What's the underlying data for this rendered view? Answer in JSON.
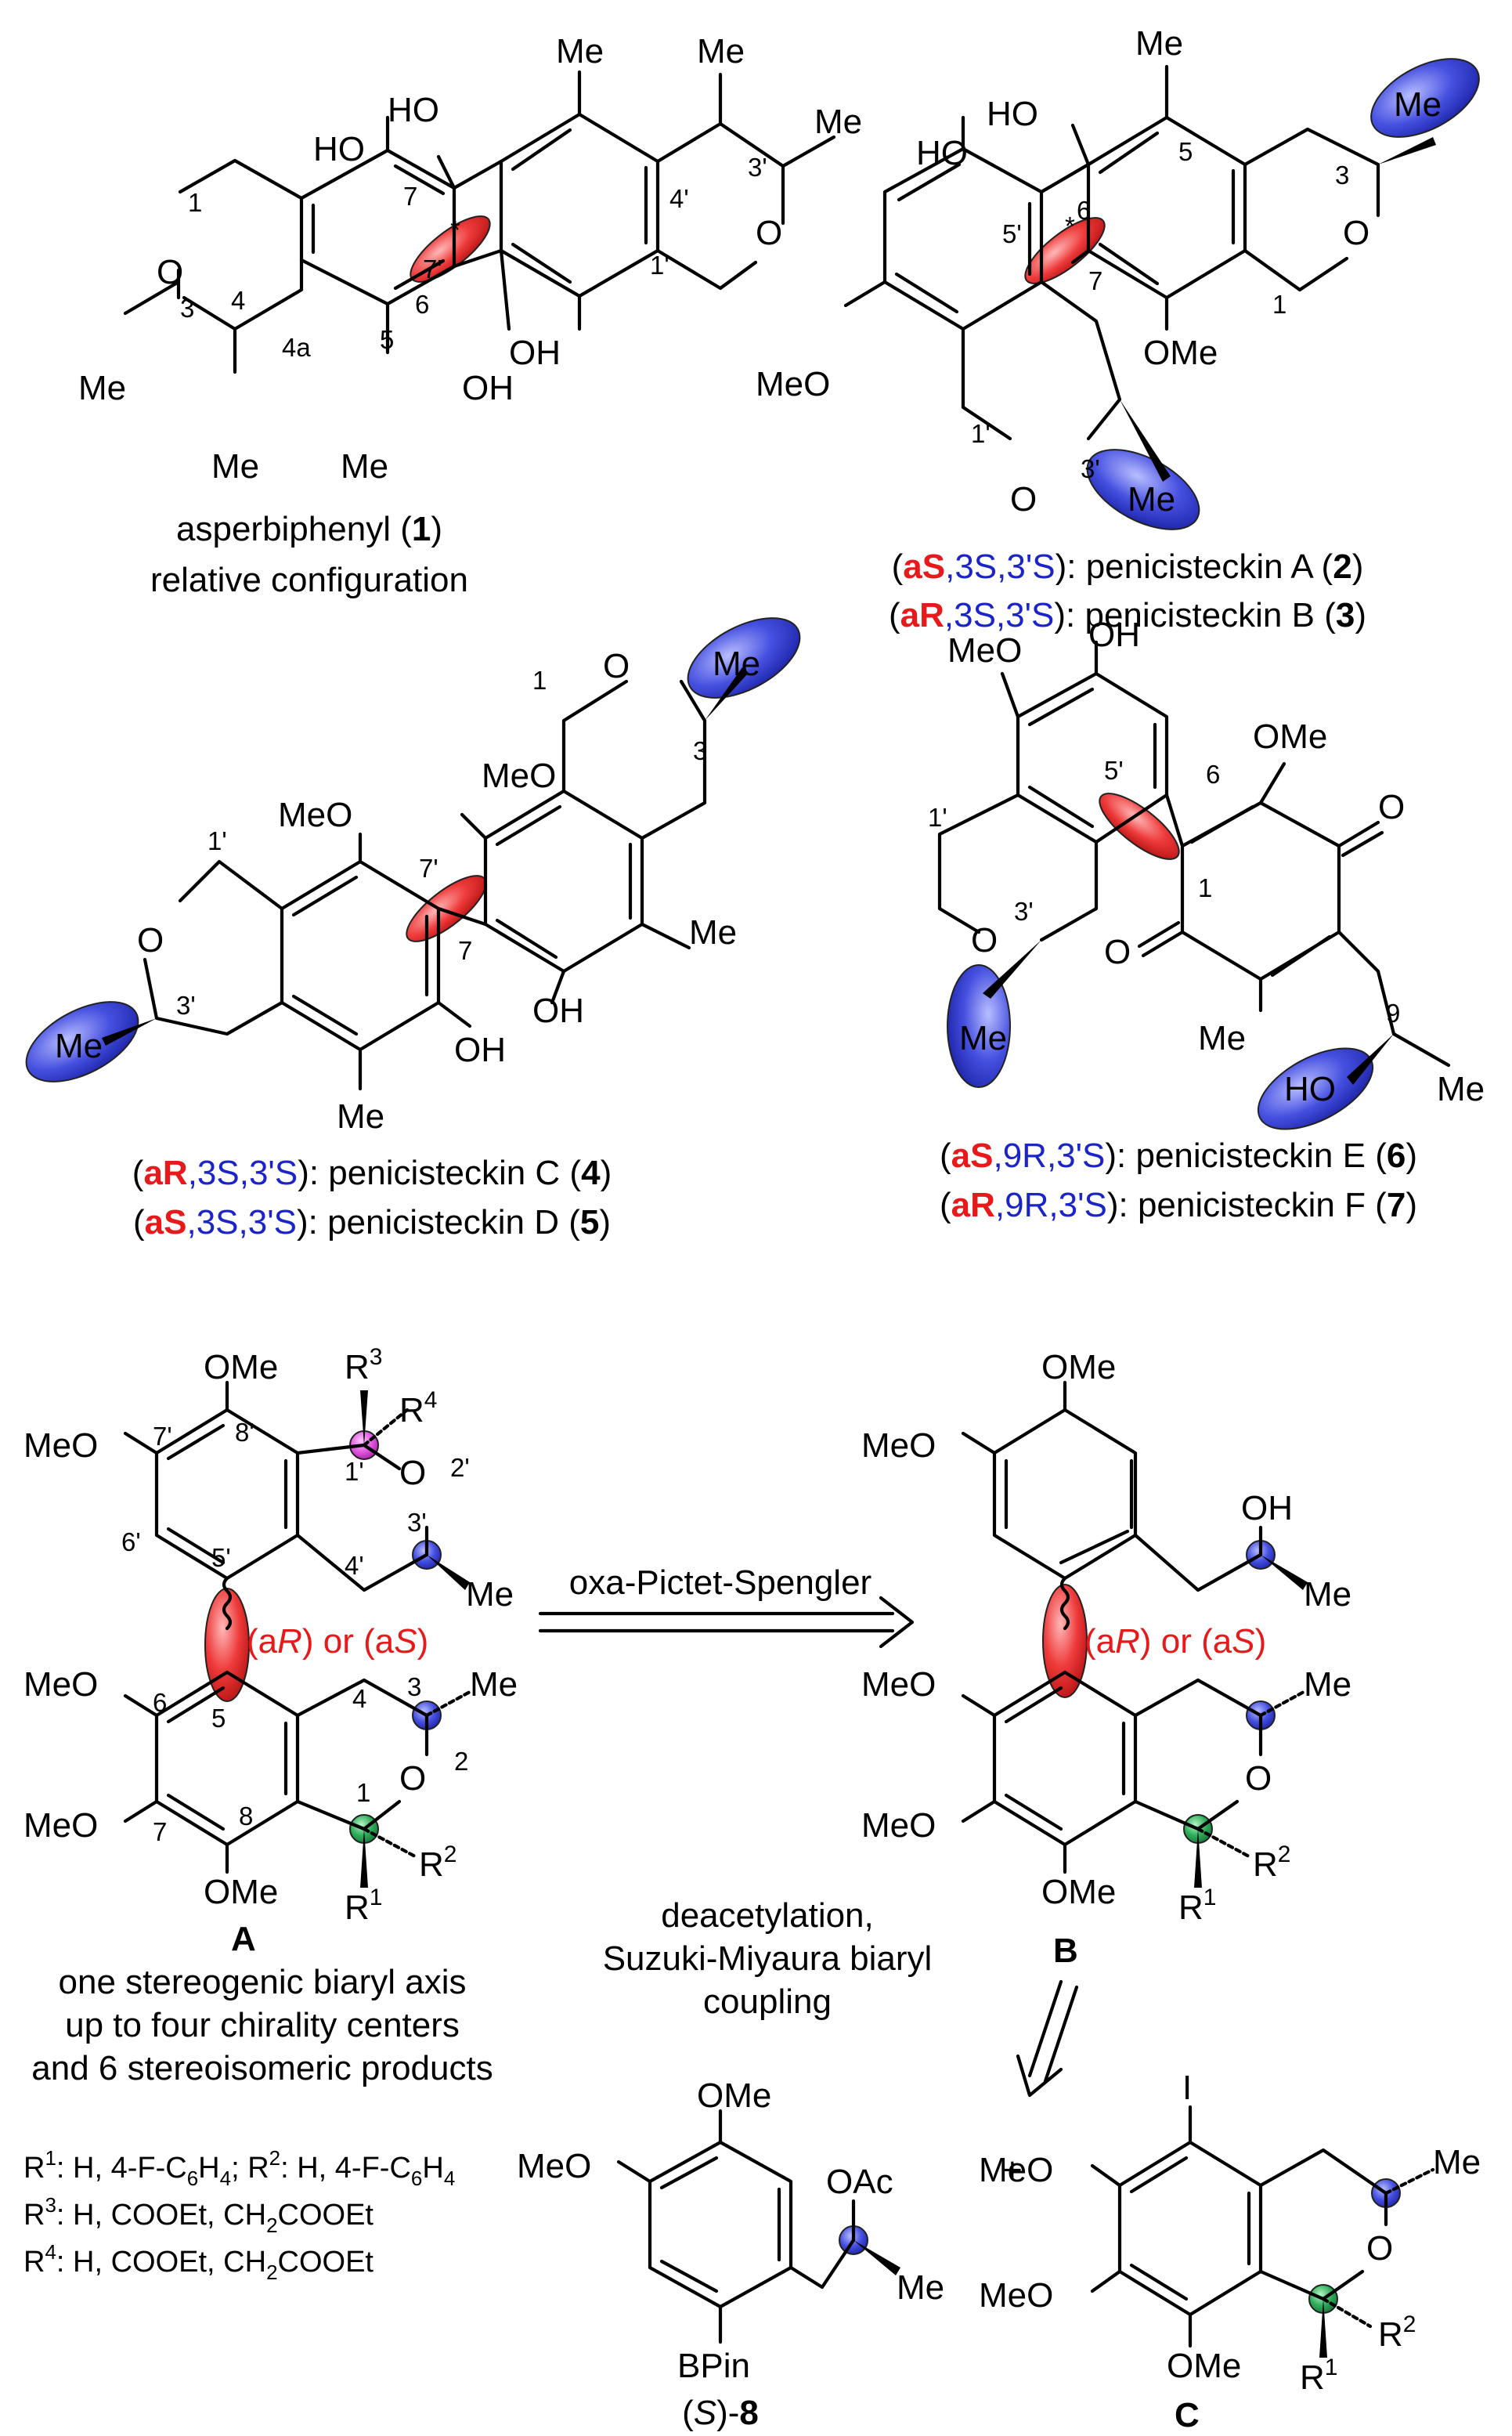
{
  "compound1": {
    "name": "asperbiphenyl",
    "num": "1",
    "note": "relative configuration",
    "atoms": {
      "me_top": "Me",
      "me_4p": "Me",
      "me_3p": "Me",
      "ho_top": "HO",
      "ho_left": "HO",
      "o_ring_left": "O",
      "o_ring_right": "O",
      "me_3": "Me",
      "me_4": "Me",
      "me_5": "Me",
      "oh_7p": "OH",
      "oh_6": "OH"
    },
    "labels": {
      "n1": "1",
      "n3": "3",
      "n4": "4",
      "n4a": "4a",
      "n5": "5",
      "n6": "6",
      "n7": "7",
      "n7p": "7'",
      "n4p": "4'",
      "n3p": "3'",
      "n1p": "1'",
      "star": "*"
    }
  },
  "compound2": {
    "atoms": {
      "me5": "Me",
      "ho6": "HO",
      "ho": "HO",
      "me3": "Me",
      "o_ring": "O",
      "ome": "OMe",
      "meo": "MeO",
      "o_ring2": "O",
      "me3p": "Me"
    },
    "labels": {
      "n6": "6",
      "n5": "5",
      "n3": "3",
      "n5p": "5'",
      "n7": "7",
      "n1": "1",
      "n1p": "1'",
      "n3p": "3'",
      "star": "*"
    },
    "configs": [
      {
        "open": "(",
        "ax": "aS",
        "c1": ",3S,3'S",
        "tail": "): penicisteckin A (",
        "num": "2",
        "close": ")"
      },
      {
        "open": "(",
        "ax": "aR",
        "c1": ",3S,3'S",
        "tail": "): penicisteckin B (",
        "num": "3",
        "close": ")"
      }
    ]
  },
  "compound4": {
    "atoms": {
      "o_top": "O",
      "me3": "Me",
      "meo_a": "MeO",
      "meo_b": "MeO",
      "o_left": "O",
      "me3p": "Me",
      "me_r": "Me",
      "oh_a": "OH",
      "oh_b": "OH",
      "me_b": "Me"
    },
    "labels": {
      "n1": "1",
      "n3": "3",
      "n1p": "1'",
      "n7p": "7'",
      "n7": "7",
      "n3p": "3'"
    },
    "configs": [
      {
        "open": "(",
        "ax": "aR",
        "c1": ",3S,3'S",
        "tail": "): penicisteckin C (",
        "num": "4",
        "close": ")"
      },
      {
        "open": "(",
        "ax": "aS",
        "c1": ",3S,3'S",
        "tail": "): penicisteckin D (",
        "num": "5",
        "close": ")"
      }
    ]
  },
  "compound6": {
    "atoms": {
      "meo": "MeO",
      "oh": "OH",
      "ome": "OMe",
      "o_right": "O",
      "o_ring": "O",
      "o_left": "O",
      "me3p": "Me",
      "me": "Me",
      "ho9": "HO",
      "me9": "Me"
    },
    "labels": {
      "n1p": "1'",
      "n5p": "5'",
      "n6": "6",
      "n3p": "3'",
      "n1": "1",
      "n9": "9"
    },
    "configs": [
      {
        "open": "(",
        "ax": "aS",
        "c1": ",9R,3'S",
        "tail": "): penicisteckin E (",
        "num": "6",
        "close": ")"
      },
      {
        "open": "(",
        "ax": "aR",
        "c1": ",9R,3'S",
        "tail": "): penicisteckin F (",
        "num": "7",
        "close": ")"
      }
    ]
  },
  "compoundA": {
    "atoms": {
      "ome_top": "OMe",
      "r3": "R",
      "r3s": "3",
      "r4": "R",
      "r4s": "4",
      "meo_7p": "MeO",
      "o_2p": "O",
      "me_3p": "Me",
      "meo_6": "MeO",
      "me_3": "Me",
      "o_2": "O",
      "meo_7": "MeO",
      "r2": "R",
      "r2s": "2",
      "ome_8": "OMe",
      "r1": "R",
      "r1s": "1"
    },
    "labels": {
      "n8p": "8'",
      "n7p": "7'",
      "n1p": "1'",
      "n2p": "2'",
      "n3p": "3'",
      "n6p": "6'",
      "n5p": "5'",
      "n4p": "4'",
      "n6": "6",
      "n5": "5",
      "n4": "4",
      "n3": "3",
      "n2": "2",
      "n7": "7",
      "n1": "1",
      "n8": "8"
    },
    "axis_label": {
      "p1": "(a",
      "r": "R",
      "p2": ") or (a",
      "s": "S",
      "p3": ")"
    },
    "letter": "A",
    "desc": [
      "one stereogenic biaryl axis",
      "up to four chirality centers",
      "and 6 stereoisomeric products"
    ]
  },
  "compoundB": {
    "atoms": {
      "ome_top": "OMe",
      "meo": "MeO",
      "oh": "OH",
      "me_top": "Me",
      "meo_a": "MeO",
      "me": "Me",
      "o": "O",
      "meo_b": "MeO",
      "r2": "R",
      "r2s": "2",
      "ome": "OMe",
      "r1": "R",
      "r1s": "1"
    },
    "axis_label": {
      "p1": "(a",
      "r": "R",
      "p2": ") or (a",
      "s": "S",
      "p3": ")"
    },
    "letter": "B"
  },
  "arrows": {
    "oxa": "oxa-Pictet-Spengler",
    "step2": [
      "deacetylation,",
      "Suzuki-Miyaura biaryl",
      "coupling"
    ]
  },
  "compound8": {
    "atoms": {
      "ome": "OMe",
      "meo": "MeO",
      "oac": "OAc",
      "me": "Me",
      "bpin": "BPin"
    },
    "label": {
      "open": "(",
      "s": "S",
      "close": ")-",
      "num": "8"
    }
  },
  "plus": "+",
  "compoundC": {
    "atoms": {
      "i": "I",
      "meo_a": "MeO",
      "me": "Me",
      "o": "O",
      "meo_b": "MeO",
      "r2": "R",
      "r2s": "2",
      "ome": "OMe",
      "r1": "R",
      "r1s": "1"
    },
    "letter": "C"
  },
  "rgroups": [
    {
      "r": "R",
      "rs": "1",
      "a": ": H, 4-F-C",
      "as": "6",
      "b": "H",
      "bs": "4",
      "c": "; R",
      "cs": "2",
      "d": ": H, 4-F-C",
      "ds": "6",
      "e": "H",
      "es": "4"
    },
    {
      "r": "R",
      "rs": "3",
      "a": ": H, COOEt, CH",
      "as": "2",
      "b": "COOEt"
    },
    {
      "r": "R",
      "rs": "4",
      "a": ": H, COOEt, CH",
      "as": "2",
      "b": "COOEt"
    }
  ],
  "colors": {
    "axis_red": "#e8191a",
    "center_blue": "#2b35d6",
    "center_green": "#1e9a4a",
    "center_magenta": "#d62bd6",
    "text_blue": "#1a24c8"
  }
}
